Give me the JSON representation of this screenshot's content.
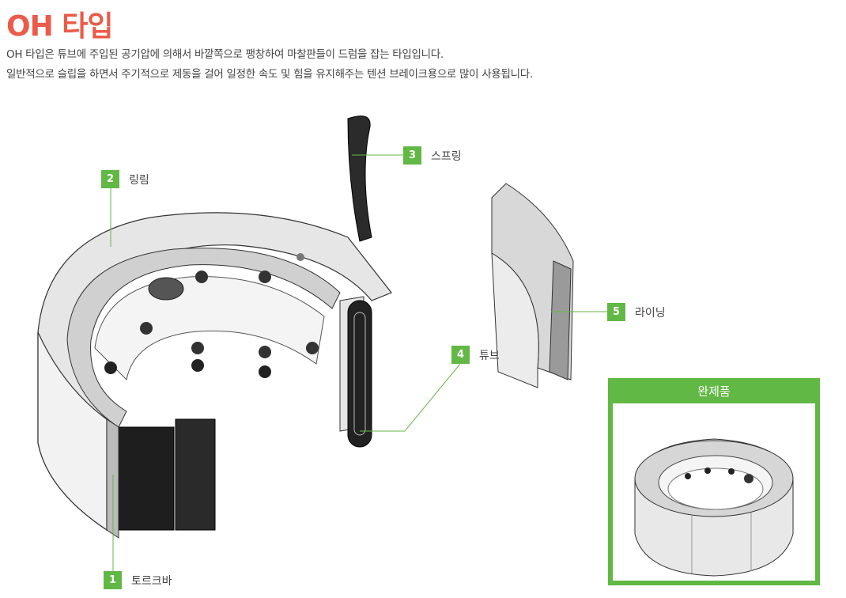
{
  "header": {
    "title": "OH 타입",
    "description_lines": [
      "OH 타입은 튜브에 주입된 공기압에 의해서 바깥쪽으로 팽창하여 마찰판들이 드럼을 잡는 타입입니다.",
      "일반적으로 슬립을 하면서 주기적으로 제동을 걸어 일정한 속도 및 힘을 유지해주는 텐션 브레이크용으로 많이 사용됩니다."
    ]
  },
  "callouts": [
    {
      "number": "1",
      "label": "토르크바"
    },
    {
      "number": "2",
      "label": "링림"
    },
    {
      "number": "3",
      "label": "스프링"
    },
    {
      "number": "4",
      "label": "튜브"
    },
    {
      "number": "5",
      "label": "라이닝"
    }
  ],
  "product_box": {
    "title": "완제품"
  },
  "colors": {
    "title": "#ec5a49",
    "accent": "#62b844"
  }
}
